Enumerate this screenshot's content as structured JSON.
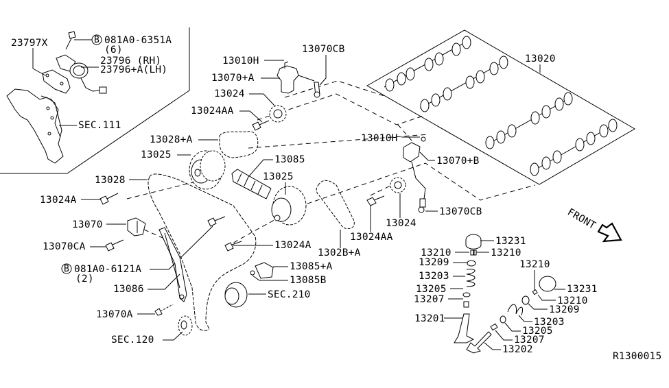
{
  "diagram": {
    "title": "Camshaft & Valve Mechanism",
    "reference_code": "R1300015",
    "front_indicator": "FRONT",
    "labels": {
      "p23797x": "23797X",
      "bolt_6351a": "081A0-6351A",
      "bolt_6351a_qty": "(6)",
      "p23796_rh": "23796  (RH)",
      "p23796a_lh": "23796+A(LH)",
      "sec111": "SEC.111",
      "p13010h_a": "13010H",
      "p13070cb_a": "13070CB",
      "p13070a_plus": "13070+A",
      "p13024_a": "13024",
      "p13024aa_a": "13024AA",
      "p13028a": "13028+A",
      "p13025_a": "13025",
      "p13085": "13085",
      "p13025_b": "13025",
      "p13028": "13028",
      "p13024a_a": "13024A",
      "p13070": "13070",
      "p13070ca": "13070CA",
      "bolt_6121a": "081A0-6121A",
      "bolt_6121a_qty": "(2)",
      "p13086": "13086",
      "p13070a": "13070A",
      "sec120": "SEC.120",
      "p13024a_b": "13024A",
      "p13085a": "13085+A",
      "p13085b": "13085B",
      "sec210": "SEC.210",
      "p13028a_b": "1302B+A",
      "p13024aa_b": "13024AA",
      "p13024_b": "13024",
      "p13070cb_b": "13070CB",
      "p13010h_b": "13010H",
      "p13070b_plus": "13070+B",
      "p13020": "13020",
      "p13231_a": "13231",
      "p13210_a1": "13210",
      "p13210_a2": "13210",
      "p13209_a": "13209",
      "p13203_a": "13203",
      "p13205_a": "13205",
      "p13207_a": "13207",
      "p13201": "13201",
      "p13210_b1": "13210",
      "p13231_b": "13231",
      "p13210_b2": "13210",
      "p13209_b": "13209",
      "p13203_b": "13203",
      "p13205_b": "13205",
      "p13207_b": "13207",
      "p13202": "13202"
    },
    "bolt_marker": "B"
  }
}
